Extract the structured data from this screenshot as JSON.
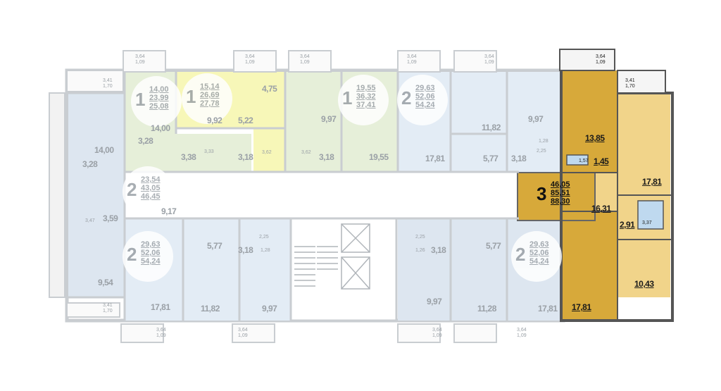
{
  "colors": {
    "apt_studio": "#e6efd9",
    "apt_1room_hl": "#f7f7b8",
    "apt_2room": "#e3ecf5",
    "apt_side": "#dde6f0",
    "corridor": "#ffffff",
    "selected_dark": "#d7a93a",
    "selected_light": "#f1d48a",
    "wall": "#c9cdd1",
    "wall_dark": "#555555"
  },
  "selected_apartment": {
    "rooms": "3",
    "living": "46,05",
    "total": "85,51",
    "total_with_balcony": "88,30"
  },
  "apartment_badges": [
    {
      "rooms": "1",
      "a": "14,00",
      "b": "23,99",
      "c": "25,08"
    },
    {
      "rooms": "1",
      "a": "15,14",
      "b": "26,69",
      "c": "27,78"
    },
    {
      "rooms": "1",
      "a": "19,55",
      "b": "36,32",
      "c": "37,41"
    },
    {
      "rooms": "2",
      "a": "29,63",
      "b": "52,06",
      "c": "54,24"
    },
    {
      "rooms": "2",
      "a": "23,54",
      "b": "43,05",
      "c": "46,45"
    },
    {
      "rooms": "2",
      "a": "29,63",
      "b": "52,06",
      "c": "54,24"
    },
    {
      "rooms": "2",
      "a": "29,63",
      "b": "52,06",
      "c": "54,24"
    }
  ],
  "balconies": {
    "top_a": "3,64",
    "top_b": "1,09",
    "side_a": "3,41",
    "side_b": "1,70"
  },
  "room_areas": {
    "r_4_75": "4,75",
    "r_9_92": "9,92",
    "r_5_22": "5,22",
    "r_9_97a": "9,97",
    "r_14_00a": "14,00",
    "r_14_00b": "14,00",
    "r_3_28a": "3,28",
    "r_3_28b": "3,28",
    "r_3_38": "3,38",
    "r_3_33": "3,33",
    "r_3_18a": "3,18",
    "r_3_62a": "3,62",
    "r_3_62b": "3,62",
    "r_3_18b": "3,18",
    "r_19_55": "19,55",
    "r_11_82a": "11,82",
    "r_17_81a": "17,81",
    "r_5_77a": "5,77",
    "r_3_18c": "3,18",
    "r_9_97b": "9,97",
    "r_1_28a": "1,28",
    "r_2_25a": "2,25",
    "r_3_59": "3,59",
    "r_3_47": "3,47",
    "r_9_17": "9,17",
    "r_9_54": "9,54",
    "r_5_77b": "5,77",
    "r_3_18d": "3,18",
    "r_2_25b": "2,25",
    "r_1_28b": "1,28",
    "r_17_81b": "17,81",
    "r_11_82b": "11,82",
    "r_9_97c": "9,97",
    "r_2_25c": "2,25",
    "r_1_26": "1,26",
    "r_3_18e": "3,18",
    "r_5_77c": "5,77",
    "r_9_97d": "9,97",
    "r_11_28": "11,28",
    "r_17_81c": "17,81"
  },
  "selected_rooms": {
    "kitchen": "13,85",
    "wc": "1,57",
    "hall_small": "1,45",
    "bedroom_top": "17,81",
    "hall": "16,31",
    "closet": "2,91",
    "bath": "3,37",
    "bedroom_mid": "10,43",
    "living": "17,81"
  }
}
